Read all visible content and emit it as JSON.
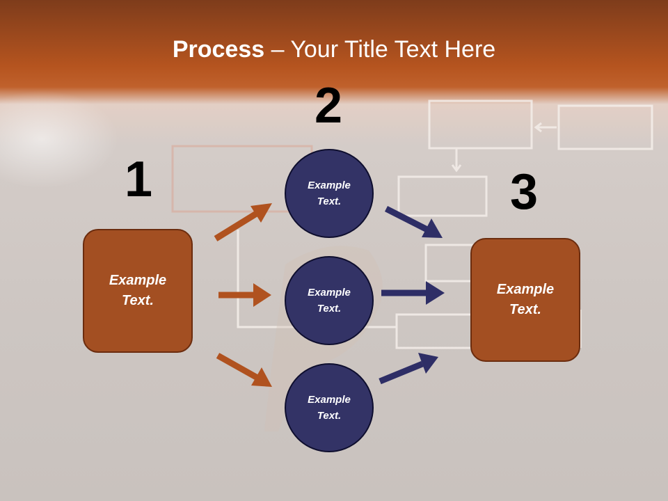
{
  "title": {
    "bold": "Process",
    "rest": " – Your Title Text Here"
  },
  "steps": [
    "1",
    "2",
    "3"
  ],
  "left_box": {
    "line1": "Example",
    "line2": "Text."
  },
  "circles": [
    {
      "line1": "Example",
      "line2": "Text."
    },
    {
      "line1": "Example",
      "line2": "Text."
    },
    {
      "line1": "Example",
      "line2": "Text."
    }
  ],
  "right_box": {
    "line1": "Example",
    "line2": "Text."
  },
  "colors": {
    "header": "#b5541f",
    "box_fill": "#a34f22",
    "circle_fill": "#333366",
    "arrow_orange": "#b0521f",
    "arrow_navy": "#2e2e66"
  }
}
